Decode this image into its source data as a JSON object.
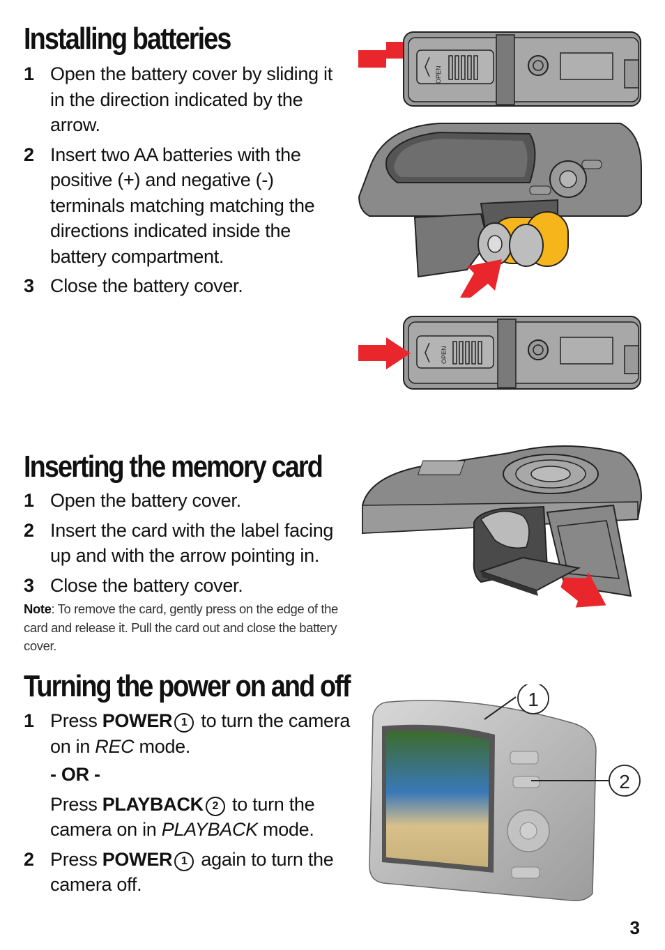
{
  "section_batteries": {
    "title": "Installing batteries",
    "steps": [
      {
        "num": "1",
        "text": "Open the battery cover by sliding it in the direction indicated by the arrow."
      },
      {
        "num": "2",
        "text": "Insert two AA batteries with the positive (+) and negative (-) terminals matching matching the directions indicated inside the battery compartment."
      },
      {
        "num": "3",
        "text": "Close the battery cover."
      }
    ],
    "figure_labels": {
      "open_label": "OPEN"
    }
  },
  "section_memory": {
    "title": "Inserting the memory card",
    "steps": [
      {
        "num": "1",
        "text": "Open the battery cover."
      },
      {
        "num": "2",
        "text": "Insert the card with the label facing up and with the arrow pointing in."
      },
      {
        "num": "3",
        "text": "Close the battery cover."
      }
    ],
    "note_label": "Note",
    "note_text": ": To remove the card, gently press on the edge of the card and release it. Pull the card out and close the battery cover."
  },
  "section_power": {
    "title": "Turning the power on and off",
    "step1": {
      "num": "1",
      "press": "Press ",
      "button": "POWER",
      "marker": "1",
      "after": " to turn the camera on in ",
      "mode": "REC",
      "end": " mode."
    },
    "or_text": "- OR -",
    "step1b": {
      "press": "Press ",
      "button": "PLAYBACK",
      "marker": "2",
      "after": " to turn the camera on in ",
      "mode": "PLAYBACK",
      "end": " mode."
    },
    "step2": {
      "num": "2",
      "press": "Press ",
      "button": "POWER",
      "marker": "1",
      "after": " again to turn the camera off."
    },
    "callouts": [
      "1",
      "2"
    ]
  },
  "page_number": "3",
  "colors": {
    "arrow": "#e8262b",
    "battery": "#f7b51c",
    "camera_body": "#8a8a8a",
    "camera_dark": "#3a3a3a"
  }
}
